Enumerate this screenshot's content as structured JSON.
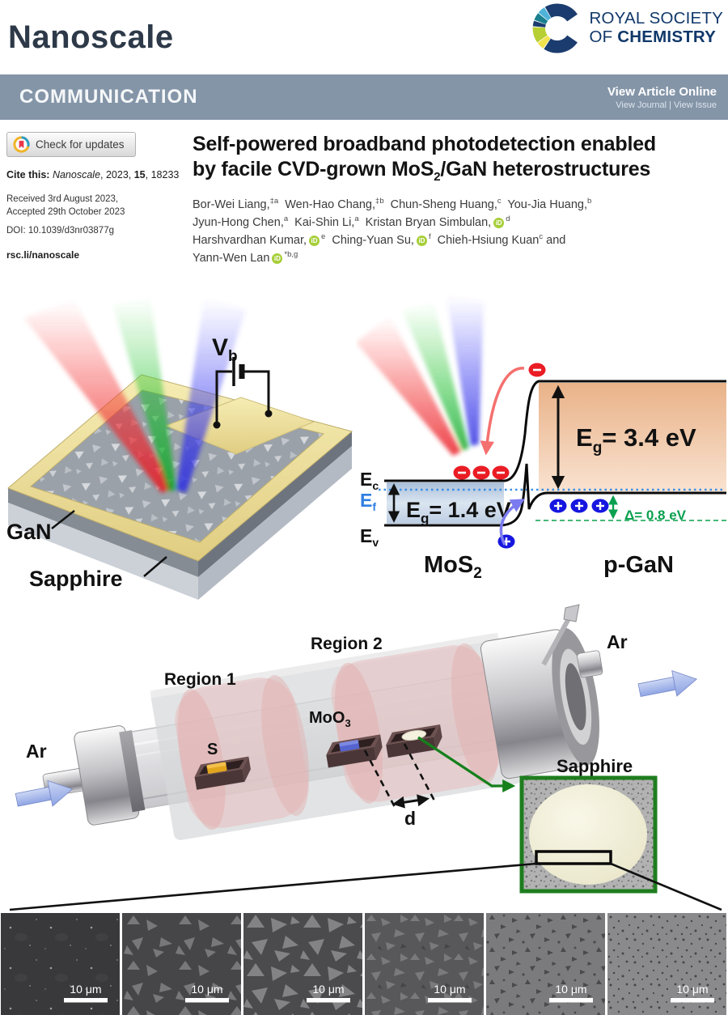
{
  "masthead": {
    "journal": "Nanoscale",
    "publisher_line1": "ROYAL SOCIETY",
    "publisher_line2a": "OF ",
    "publisher_line2b": "CHEMISTRY"
  },
  "banner": {
    "article_type": "COMMUNICATION",
    "view_article": "View Article Online",
    "view_links": "View Journal | View Issue"
  },
  "meta": {
    "check_updates": "Check for updates",
    "cite_label": "Cite this:",
    "cite_journal": " Nanoscale",
    "cite_mid": ", 2023, ",
    "cite_volume": "15",
    "cite_end": ", 18233",
    "received": "Received 3rd August 2023,",
    "accepted": "Accepted 29th October 2023",
    "doi": "DOI: 10.1039/d3nr03877g",
    "link": "rsc.li/nanoscale",
    "orcid_glyph": "iD"
  },
  "article": {
    "title_l1": "Self-powered broadband photodetection enabled",
    "title_l2a": "by facile CVD-grown MoS",
    "title_l2sub": "2",
    "title_l2b": "/GaN heterostructures",
    "authors": [
      {
        "name": "Bor-Wei Liang,",
        "sup": "‡a"
      },
      {
        "name": "Wen-Hao Chang,",
        "sup": "‡b"
      },
      {
        "name": "Chun-Sheng Huang,",
        "sup": "c"
      },
      {
        "name": "You-Jia Huang,",
        "sup": "b"
      },
      {
        "name": "Jyun-Hong Chen,",
        "sup": "a"
      },
      {
        "name": "Kai-Shin Li,",
        "sup": "a"
      },
      {
        "name": "Kristan Bryan Simbulan,",
        "sup": "d"
      },
      {
        "name": "Harshvardhan Kumar,",
        "sup": "e"
      },
      {
        "name": "Ching-Yuan Su,",
        "sup": "f"
      },
      {
        "name": "Chieh-Hsiung Kuan",
        "sup": "c",
        "tail": " and"
      },
      {
        "name": "Yann-Wen Lan",
        "sup": "*b,g"
      }
    ]
  },
  "fig_device": {
    "vb": "V",
    "vb_sub": "b",
    "gan_label": "GaN",
    "sapphire_label": "Sapphire"
  },
  "fig_band": {
    "ec": "E",
    "ec_sub": "c",
    "ef": "E",
    "ef_sub": "f",
    "ev": "E",
    "ev_sub": "v",
    "eg1_e": "E",
    "eg1_sub": "g",
    "eg1_val": "= 1.4 eV",
    "eg2_e": "E",
    "eg2_sub": "g",
    "eg2_val": "= 3.4 eV",
    "delta": "Δ= 0.8 eV",
    "mos2": "MoS",
    "mos2_sub": "2",
    "pgan": "p-GaN"
  },
  "fig_furnace": {
    "region1": "Region 1",
    "region2": "Region 2",
    "s_label": "S",
    "moo3": "MoO",
    "moo3_sub": "3",
    "ar_in": "Ar",
    "ar_out": "Ar",
    "d_label": "d",
    "sapphire_label": "Sapphire"
  },
  "fig_sem": {
    "panels": [
      {
        "scale": "10 μm"
      },
      {
        "scale": "10 μm"
      },
      {
        "scale": "10 μm"
      },
      {
        "scale": "10 μm"
      },
      {
        "scale": "10 μm"
      },
      {
        "scale": "10 μm"
      }
    ]
  },
  "colors": {
    "banner": "#8495a8",
    "rsc_navy": "#10386a",
    "orcid_green": "#a6ce39",
    "mos2_gap_blue": "#b5c8e0",
    "gan_gap_orange": "#f0c29c",
    "electron_red": "#ea1c24",
    "hole_blue": "#1a1adf",
    "delta_green": "#0aa04f",
    "inset_border_green": "#1e7d1e"
  }
}
